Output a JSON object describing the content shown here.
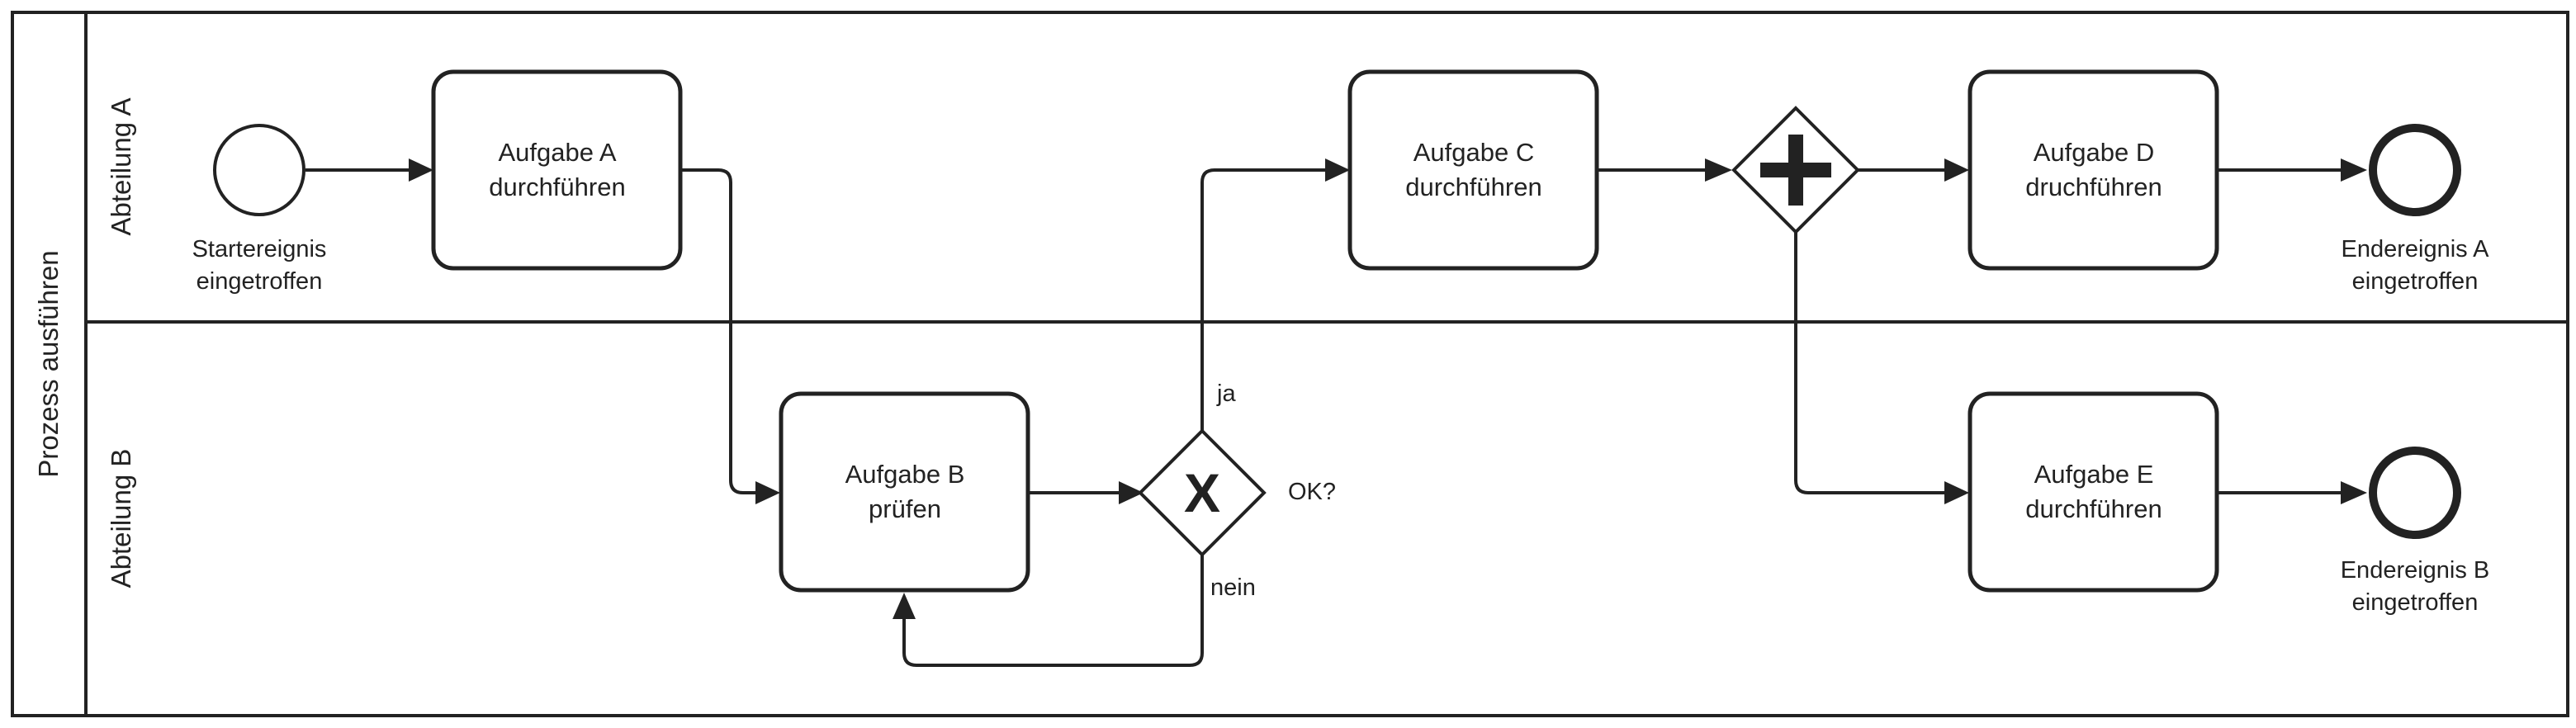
{
  "pool": {
    "label": "Prozess ausführen"
  },
  "lanes": [
    {
      "label": "Abteilung A"
    },
    {
      "label": "Abteilung B"
    }
  ],
  "start_event": {
    "label_lines": [
      "Startereignis",
      "eingetroffen"
    ]
  },
  "tasks": {
    "a": {
      "lines": [
        "Aufgabe A",
        "durchführen"
      ]
    },
    "b": {
      "lines": [
        "Aufgabe B",
        "prüfen"
      ]
    },
    "c": {
      "lines": [
        "Aufgabe C",
        "durchführen"
      ]
    },
    "d": {
      "lines": [
        "Aufgabe D",
        "druchführen"
      ]
    },
    "e": {
      "lines": [
        "Aufgabe E",
        "durchführen"
      ]
    }
  },
  "gateways": {
    "exclusive": {
      "type": "exclusive",
      "symbol": "X",
      "label": "OK?"
    },
    "parallel": {
      "type": "parallel",
      "symbol": "+"
    }
  },
  "flow_labels": {
    "yes": "ja",
    "no": "nein"
  },
  "end_events": {
    "a": {
      "label_lines": [
        "Endereignis A",
        "eingetroffen"
      ]
    },
    "b": {
      "label_lines": [
        "Endereignis B",
        "eingetroffen"
      ]
    }
  },
  "colors": {
    "stroke": "#222222",
    "background": "#ffffff"
  }
}
